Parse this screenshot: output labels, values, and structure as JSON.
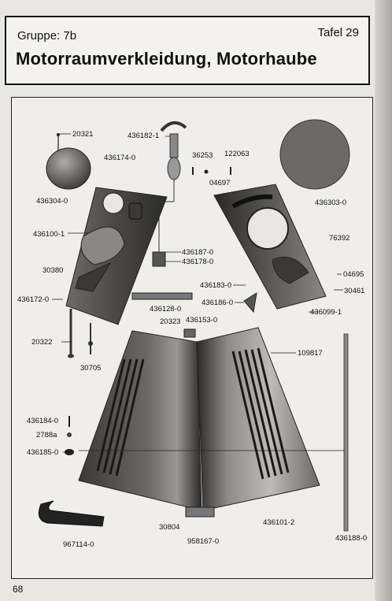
{
  "header": {
    "group": "Gruppe: 7b",
    "plate": "Tafel 29",
    "title": "Motorraumverkleidung, Motorhaube"
  },
  "page_number": "68",
  "part_labels": [
    {
      "id": "p20321",
      "text": "20321"
    },
    {
      "id": "p436304",
      "text": "436304-0"
    },
    {
      "id": "p436174",
      "text": "436174-0"
    },
    {
      "id": "p436182",
      "text": "436182-1"
    },
    {
      "id": "p36253",
      "text": "36253"
    },
    {
      "id": "p122063",
      "text": "122063"
    },
    {
      "id": "p04697",
      "text": "04697"
    },
    {
      "id": "p436303",
      "text": "436303-0"
    },
    {
      "id": "p436100",
      "text": "436100-1"
    },
    {
      "id": "p76392",
      "text": "76392"
    },
    {
      "id": "p04695",
      "text": "04695"
    },
    {
      "id": "p30461",
      "text": "30461"
    },
    {
      "id": "p30380",
      "text": "30380"
    },
    {
      "id": "p436172",
      "text": "436172-0"
    },
    {
      "id": "p436187",
      "text": "436187-0"
    },
    {
      "id": "p436178",
      "text": "436178-0"
    },
    {
      "id": "p436183",
      "text": "436183-0"
    },
    {
      "id": "p436186",
      "text": "436186-0"
    },
    {
      "id": "p436099",
      "text": "436099-1"
    },
    {
      "id": "p436128",
      "text": "436128-0"
    },
    {
      "id": "p20323",
      "text": "20323"
    },
    {
      "id": "p436153",
      "text": "436153-0"
    },
    {
      "id": "p20322",
      "text": "20322"
    },
    {
      "id": "p30705",
      "text": "30705"
    },
    {
      "id": "p109817",
      "text": "109817"
    },
    {
      "id": "p436184",
      "text": "436184-0"
    },
    {
      "id": "p2788a",
      "text": "2788a"
    },
    {
      "id": "p436185",
      "text": "436185-0"
    },
    {
      "id": "p30804",
      "text": "30804"
    },
    {
      "id": "p436101",
      "text": "436101-2"
    },
    {
      "id": "p967114",
      "text": "967114-0"
    },
    {
      "id": "p958167",
      "text": "958167-0"
    },
    {
      "id": "p436188",
      "text": "436188-0"
    }
  ]
}
